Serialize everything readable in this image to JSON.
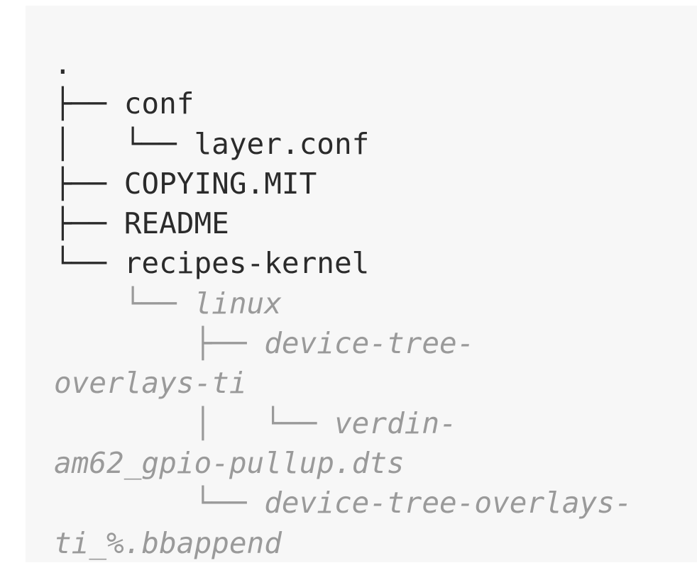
{
  "tree": {
    "lines": [
      {
        "text": "."
      },
      {
        "text": "├── conf"
      },
      {
        "text": "│   └── layer.conf"
      },
      {
        "text": "├── COPYING.MIT"
      },
      {
        "text": "├── README"
      },
      {
        "text": "└── recipes-kernel"
      },
      {
        "text": "    └── linux"
      },
      {
        "text": "        ├── device-tree-"
      },
      {
        "text": "overlays-ti"
      },
      {
        "text": "        │   └── verdin-"
      },
      {
        "text": "am62_gpio-pullup.dts"
      },
      {
        "text": "        └── device-tree-overlays-"
      },
      {
        "text": "ti_%.bbappend"
      }
    ]
  }
}
